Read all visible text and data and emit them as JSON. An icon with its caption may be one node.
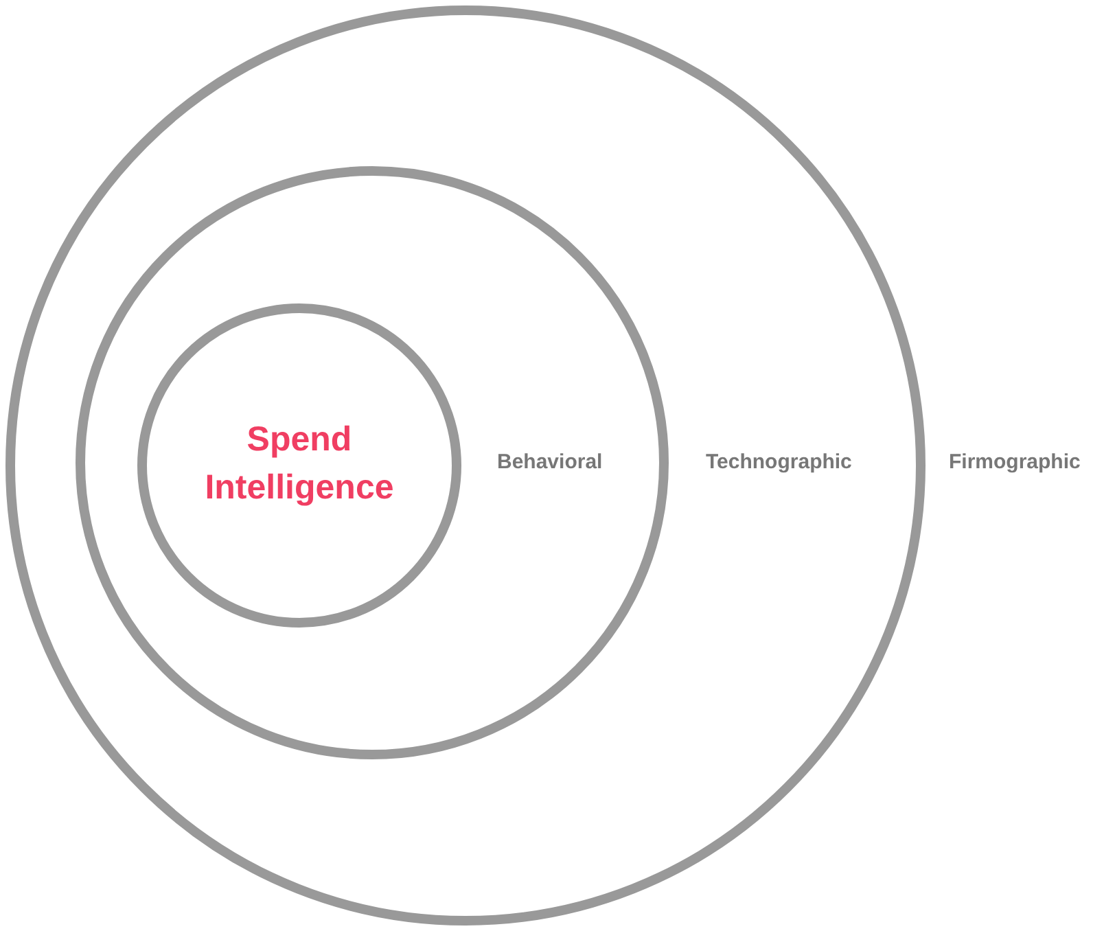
{
  "diagram": {
    "nodes": [
      {
        "text": [
          "Firmographic"
        ]
      },
      {
        "text": [
          "Technographic"
        ],
        "in": 0
      },
      {
        "text": [
          "Spend Intelligence",
          "Behavioral"
        ],
        "in": 1
      }
    ]
  }
}
